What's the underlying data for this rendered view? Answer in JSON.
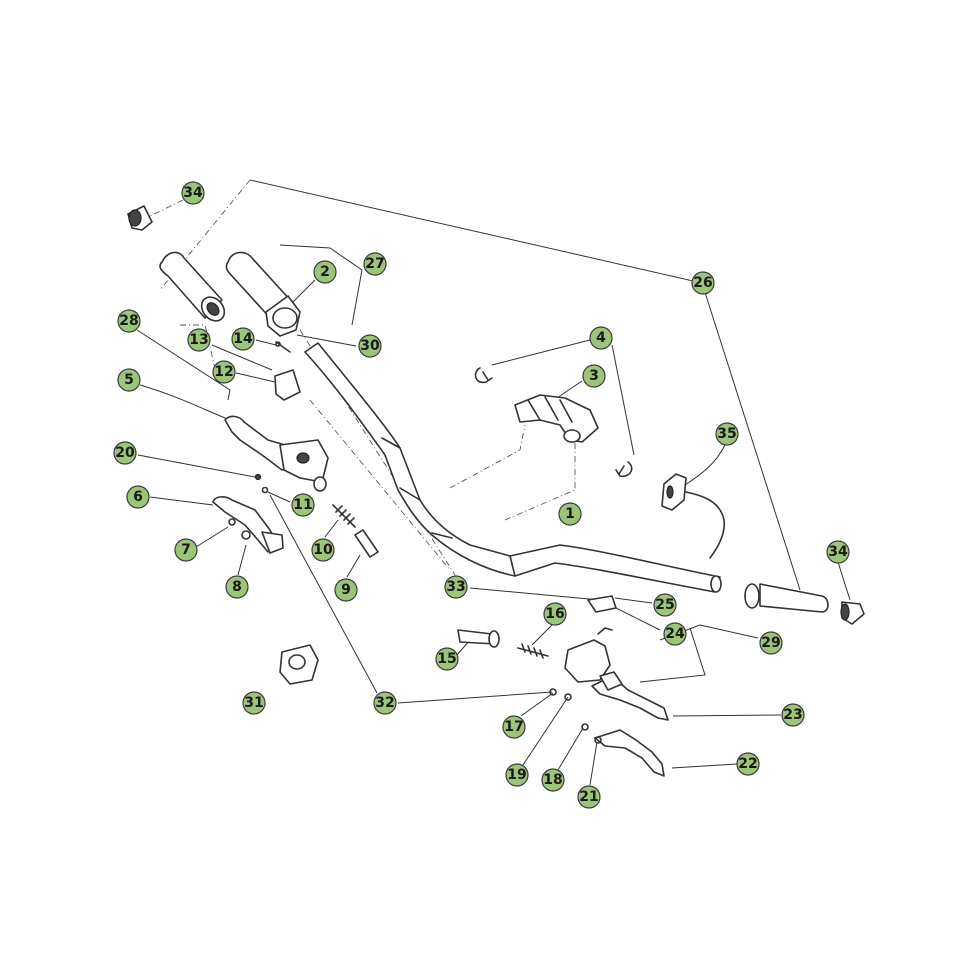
{
  "callouts": [
    {
      "id": "c1",
      "text": "1"
    },
    {
      "id": "c2",
      "text": "2"
    },
    {
      "id": "c3",
      "text": "3"
    },
    {
      "id": "c4",
      "text": "4"
    },
    {
      "id": "c5",
      "text": "5"
    },
    {
      "id": "c6",
      "text": "6"
    },
    {
      "id": "c7",
      "text": "7"
    },
    {
      "id": "c8",
      "text": "8"
    },
    {
      "id": "c9",
      "text": "9"
    },
    {
      "id": "c10",
      "text": "10"
    },
    {
      "id": "c11",
      "text": "11"
    },
    {
      "id": "c12",
      "text": "12"
    },
    {
      "id": "c13",
      "text": "13"
    },
    {
      "id": "c14",
      "text": "14"
    },
    {
      "id": "c15",
      "text": "15"
    },
    {
      "id": "c16",
      "text": "16"
    },
    {
      "id": "c17",
      "text": "17"
    },
    {
      "id": "c18",
      "text": "18"
    },
    {
      "id": "c19",
      "text": "19"
    },
    {
      "id": "c20",
      "text": "20"
    },
    {
      "id": "c21",
      "text": "21"
    },
    {
      "id": "c22",
      "text": "22"
    },
    {
      "id": "c23",
      "text": "23"
    },
    {
      "id": "c24",
      "text": "24"
    },
    {
      "id": "c25",
      "text": "25"
    },
    {
      "id": "c26",
      "text": "26"
    },
    {
      "id": "c27",
      "text": "27"
    },
    {
      "id": "c28",
      "text": "28"
    },
    {
      "id": "c29",
      "text": "29"
    },
    {
      "id": "c30",
      "text": "30"
    },
    {
      "id": "c31",
      "text": "31"
    },
    {
      "id": "c32",
      "text": "32"
    },
    {
      "id": "c33",
      "text": "33"
    },
    {
      "id": "c34a",
      "text": "34"
    },
    {
      "id": "c34b",
      "text": "34"
    },
    {
      "id": "c35",
      "text": "35"
    }
  ]
}
